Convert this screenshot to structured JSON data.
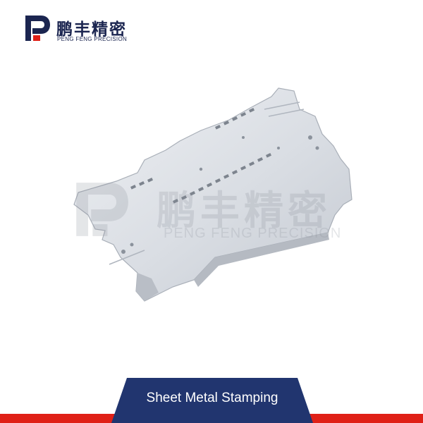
{
  "brand": {
    "name_cn": "鹏丰精密",
    "name_en": "PENG FENG PRECISION",
    "mark_color": "#1b2550",
    "accent_color": "#e02017"
  },
  "product": {
    "image": "sheet-metal-stamping-part"
  },
  "watermark": {
    "name_cn": "鹏丰精密",
    "name_en": "PENG FENG PRECISION"
  },
  "caption": {
    "label": "Sheet Metal Stamping",
    "tab_color": "#21356f",
    "line_color": "#e02017"
  }
}
